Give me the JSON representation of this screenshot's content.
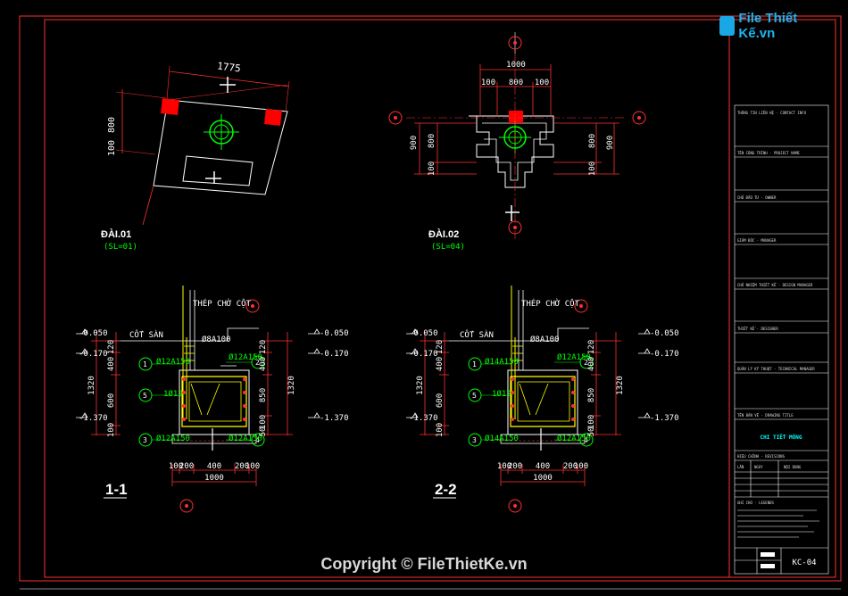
{
  "watermark": {
    "logo_text": "File Thiết Kế.vn"
  },
  "copyright": "Copyright © FileThietKe.vn",
  "plan1": {
    "title": "ĐÀI.01",
    "qty": "(SL=01)",
    "dim_top": "1775",
    "dim_left1": "800",
    "dim_left2": "100"
  },
  "plan2": {
    "title": "ĐÀI.02",
    "qty": "(SL=04)",
    "dim_top": "1000",
    "dim_sub": [
      "100",
      "800",
      "100"
    ],
    "dim_left": [
      "900",
      "800",
      "100"
    ],
    "dim_right": [
      "800",
      "900",
      "100"
    ]
  },
  "section1": {
    "title": "1-1",
    "label_wait": "THÉP CHỜ CỘT",
    "label_slab": "CỐT SÀN",
    "stirrup": "Ø8A100",
    "bar1": "Ø12A150",
    "bar2": "Ø12A150",
    "bar3": "1Ø12",
    "bar4": "Ø12A150",
    "bar6": "Ø12A150",
    "lv_top": "-0.050",
    "lv_mid": "-0.170",
    "lv_bot": "-1.370",
    "dims_left": [
      "120",
      "400",
      "1320",
      "600",
      "100"
    ],
    "dims_right": [
      "120",
      "400",
      "850",
      "1320",
      "100",
      "50"
    ],
    "bottom": [
      "100",
      "200",
      "400",
      "200",
      "100"
    ],
    "bottom_total": "1000",
    "markers": [
      "1",
      "2",
      "3",
      "4",
      "5"
    ]
  },
  "section2": {
    "title": "2-2",
    "label_wait": "THÉP CHỜ CỘT",
    "label_slab": "CỐT SÀN",
    "stirrup": "Ø8A100",
    "bar1": "Ø14A150",
    "bar2": "Ø12A150",
    "bar3": "1Ø12",
    "bar4": "Ø12A150",
    "bar6": "Ø14A150",
    "lv_top": "-0.050",
    "lv_mid": "-0.170",
    "lv_bot": "-1.370",
    "dims_left": [
      "120",
      "400",
      "1320",
      "600",
      "100"
    ],
    "dims_right": [
      "120",
      "400",
      "850",
      "1320",
      "100",
      "50"
    ],
    "bottom": [
      "100",
      "200",
      "400",
      "200",
      "100"
    ],
    "bottom_total": "1000",
    "markers": [
      "1",
      "2",
      "3",
      "4",
      "5"
    ]
  },
  "title_block": {
    "rows": [
      "THÔNG TIN LIÊN HỆ - CONTACT INFO",
      "TÊN CÔNG TRÌNH - PROJECT NAME",
      "CHỦ ĐẦU TƯ - OWNER",
      "GIÁM ĐỐC - MANAGER",
      "CHỦ NHIỆM THIẾT KẾ - DESIGN MANAGER",
      "THIẾT KẾ - DESIGNER",
      "QUẢN LÝ KỸ THUẬT - TECHNICAL MANAGER",
      "TÊN BẢN VẼ - DRAWING TITLE"
    ],
    "drawing_name": "CHI TIẾT MÓNG",
    "revision_label": "HIỆU CHỈNH - REVISIONS",
    "rev_cols": [
      "LẦN",
      "NGÀY",
      "NỘI DUNG"
    ],
    "notes_label": "GHI CHÚ - LEGENDS",
    "sheet_no": "KC-04"
  },
  "colors": {
    "frame": "#ff3030",
    "dim": "#ffffff",
    "rebar": "#ffff00",
    "green": "#00ff00",
    "cyan": "#00ffff",
    "magenta": "#ff00ff"
  }
}
